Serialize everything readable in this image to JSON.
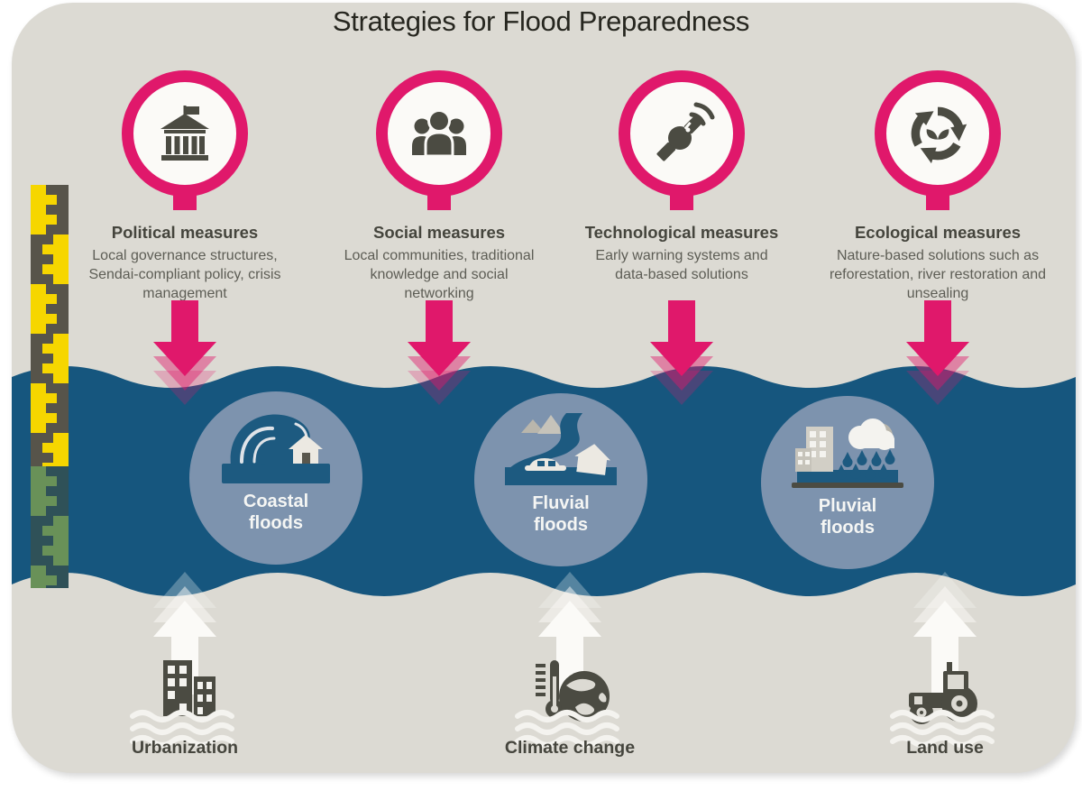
{
  "title": "Strategies for Flood Preparedness",
  "colors": {
    "background": "#ffffff",
    "card": "#dcdad3",
    "water": "#16567e",
    "accent_pink": "#e0186b",
    "flood_circle": "#7d93ae",
    "flood_icon_blue": "#1d5a80",
    "icon_dark": "#4b4b42",
    "gauge_yellow": "#f6d600",
    "gauge_green": "#699158",
    "text_heading": "#45453d",
    "text_body": "#5d5d55",
    "white": "#fbfaf7"
  },
  "measures": [
    {
      "icon": "government-building-icon",
      "title": "Political measures",
      "description": "Local governance structures,\nSendai-compliant policy, crisis\nmanagement"
    },
    {
      "icon": "people-group-icon",
      "title": "Social measures",
      "description": "Local communities, traditional\nknowledge and social\nnetworking"
    },
    {
      "icon": "satellite-icon",
      "title": "Technological measures",
      "description": "Early warning systems and\ndata-based solutions"
    },
    {
      "icon": "recycling-leaf-icon",
      "title": "Ecological measures",
      "description": "Nature-based solutions such as\nreforestation, river restoration and\nunsealing"
    }
  ],
  "floods": [
    {
      "icon": "coastal-wave-icon",
      "line1": "Coastal",
      "line2": "floods"
    },
    {
      "icon": "river-valley-icon",
      "line1": "Fluvial",
      "line2": "floods"
    },
    {
      "icon": "rain-city-icon",
      "line1": "Pluvial",
      "line2": "floods"
    }
  ],
  "drivers": [
    {
      "icon": "city-buildings-icon",
      "label": "Urbanization"
    },
    {
      "icon": "thermometer-globe-icon",
      "label": "Climate change"
    },
    {
      "icon": "tractor-icon",
      "label": "Land use"
    }
  ]
}
